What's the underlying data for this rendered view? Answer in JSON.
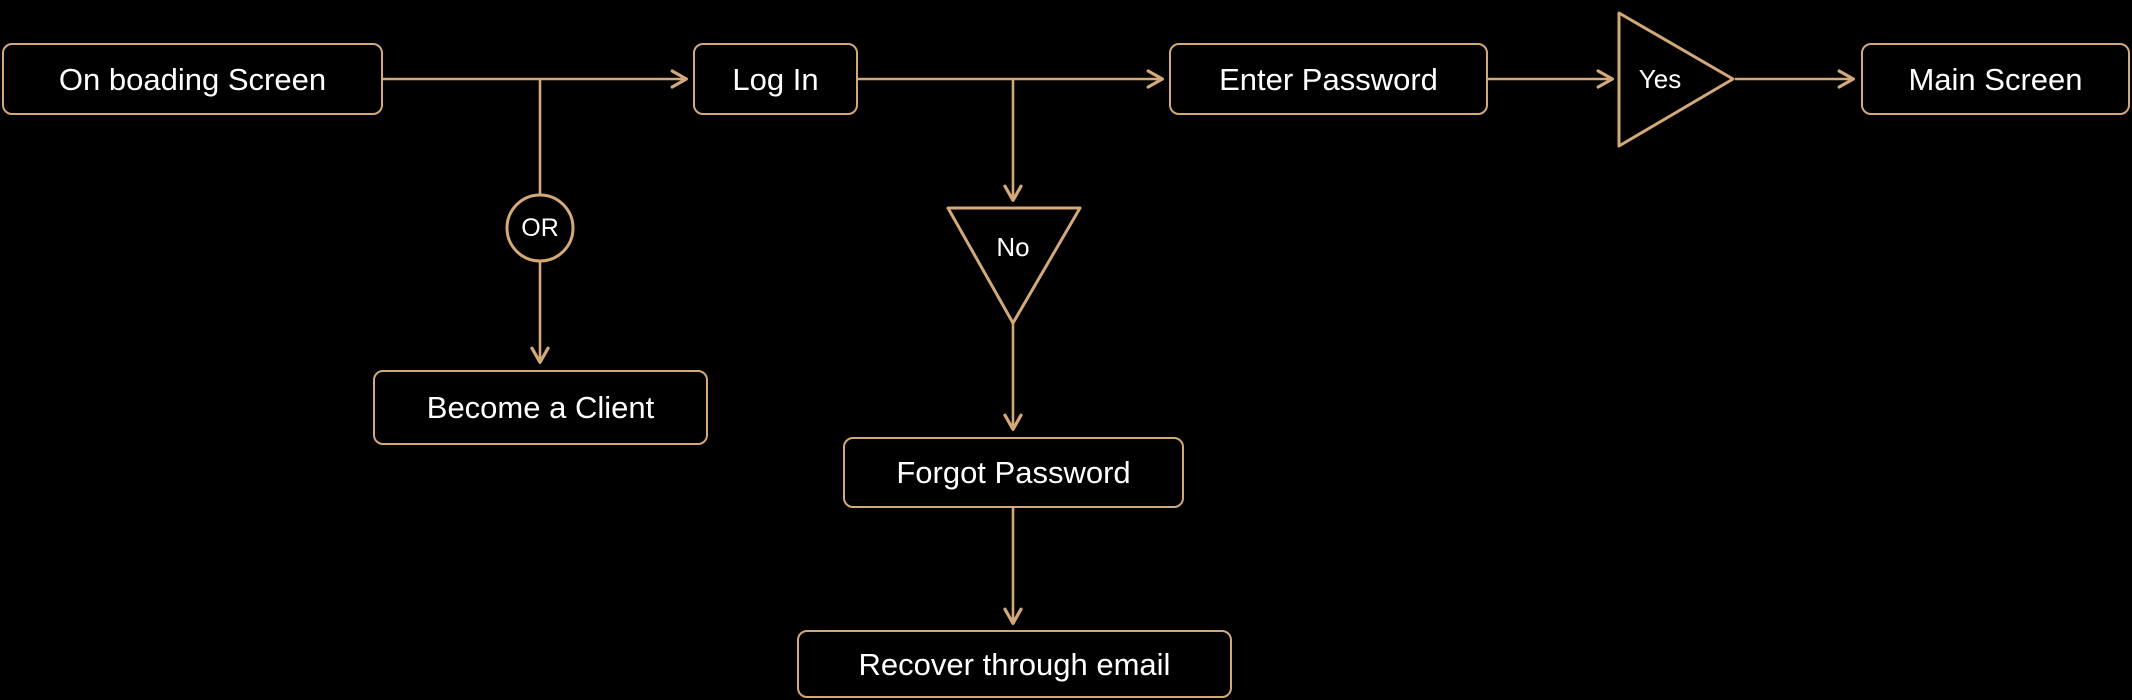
{
  "colors": {
    "background": "#000000",
    "accent": "#D4A979",
    "text": "#FFFFFF"
  },
  "nodes": {
    "onboarding": {
      "label": "On boading Screen"
    },
    "login": {
      "label": "Log In"
    },
    "enter_password": {
      "label": "Enter Password"
    },
    "main_screen": {
      "label": "Main Screen"
    },
    "become_client": {
      "label": "Become a Client"
    },
    "forgot_password": {
      "label": "Forgot Password"
    },
    "recover_email": {
      "label": "Recover through email"
    },
    "or_connector": {
      "label": "OR"
    },
    "yes_decision": {
      "label": "Yes"
    },
    "no_decision": {
      "label": "No"
    }
  }
}
